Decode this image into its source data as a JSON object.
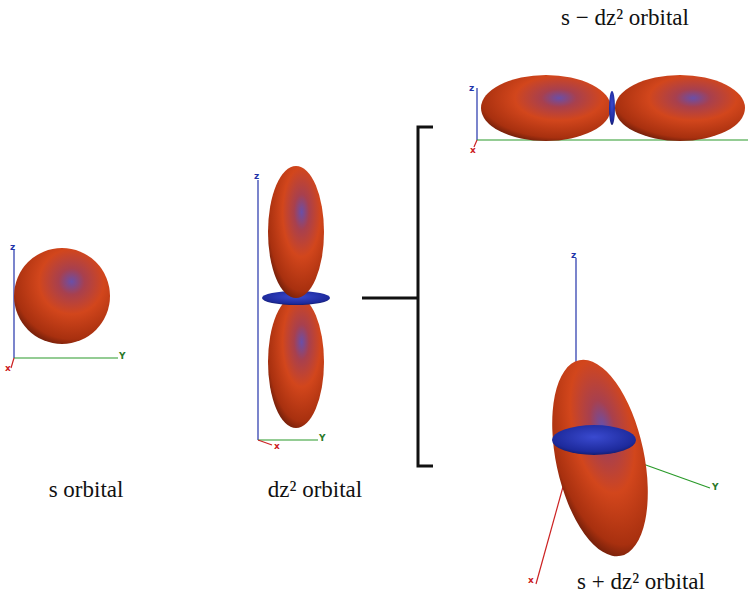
{
  "diagram": {
    "labels": [
      "s − dz² orbital",
      "z",
      "x",
      "z",
      "x",
      "Y",
      "z",
      "x",
      "Y",
      "s orbital",
      "dz² orbital",
      "z",
      "Y",
      "x",
      "s + dz² orbital"
    ]
  }
}
